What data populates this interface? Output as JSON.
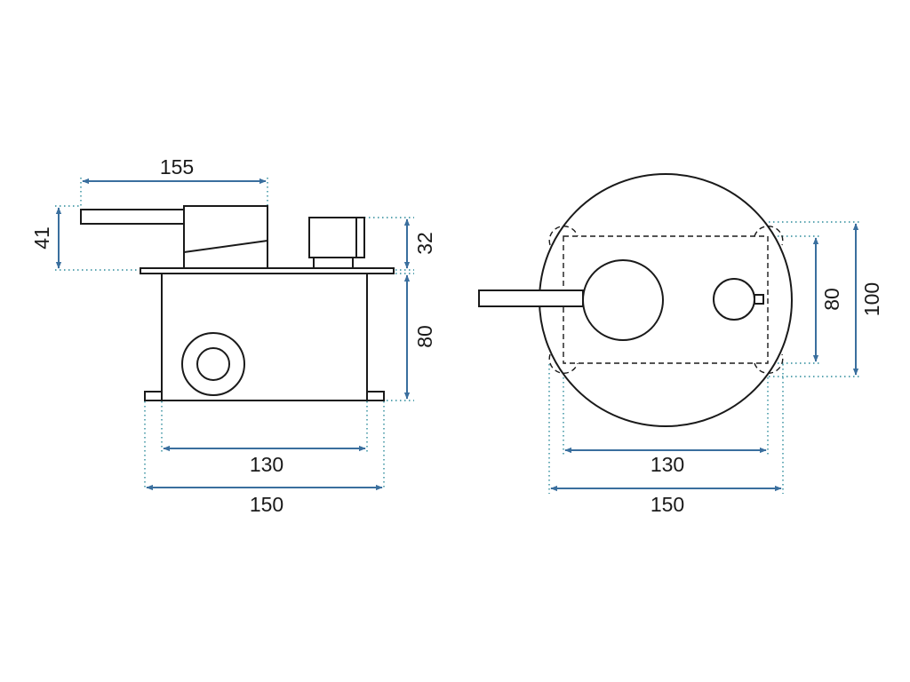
{
  "side_view": {
    "dims": {
      "lever_width": "155",
      "handle_height": "41",
      "knob_height": "32",
      "box_height": "80",
      "box_inner_width": "130",
      "box_outer_width": "150"
    }
  },
  "front_view": {
    "dims": {
      "inner_width": "130",
      "outer_width": "150",
      "inner_height": "80",
      "outer_height": "100"
    }
  },
  "colors": {
    "ink": "#1a1a1a",
    "dimension": "#3a6f9e",
    "extension": "#2a8a9a"
  }
}
